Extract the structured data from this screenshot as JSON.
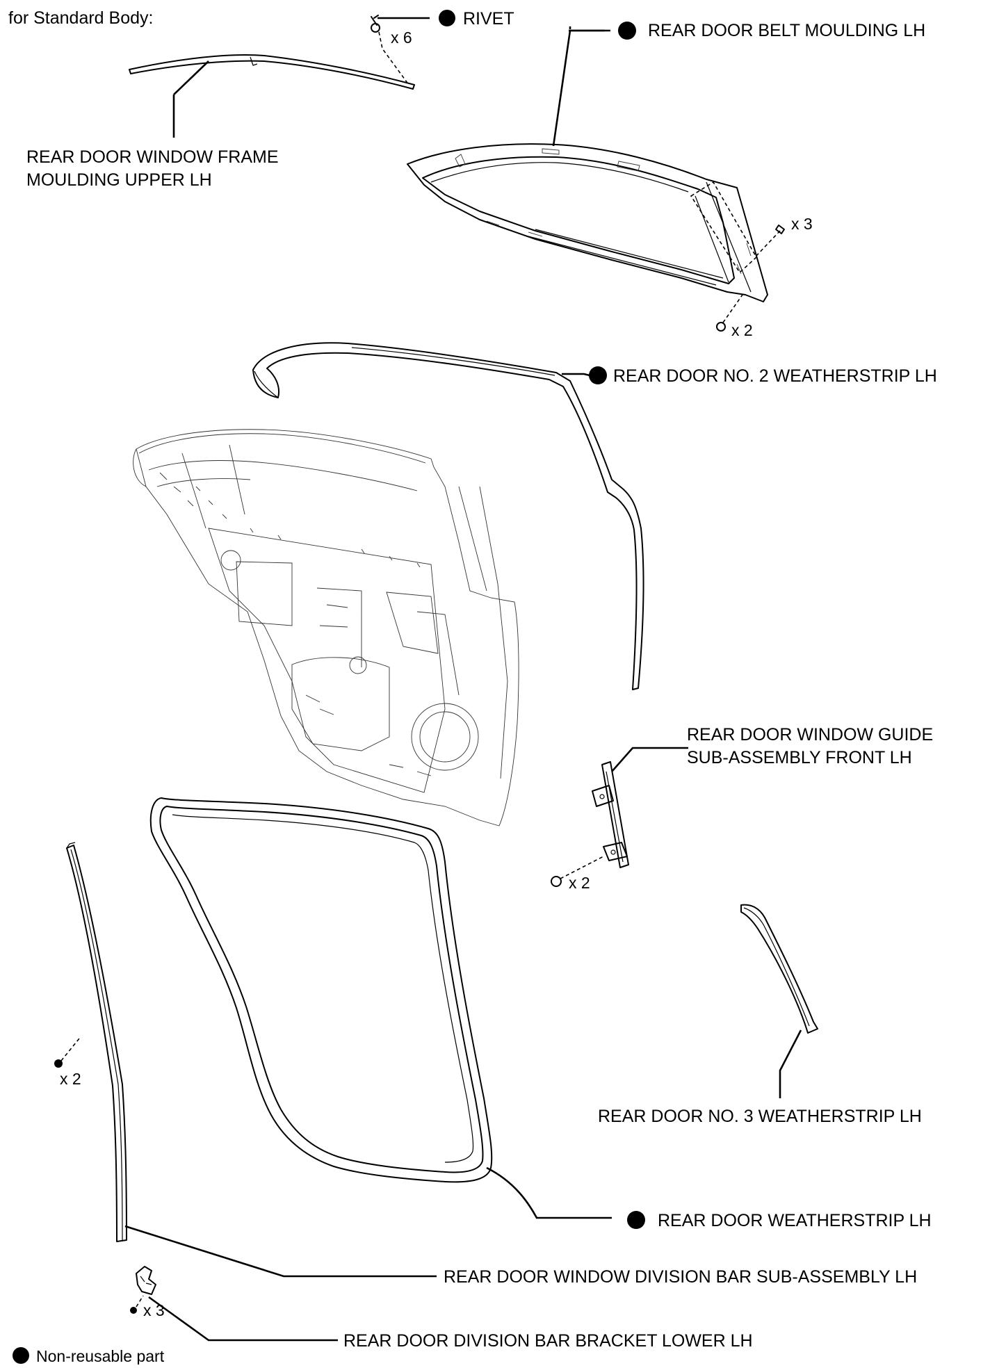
{
  "header": {
    "title": "for Standard Body:"
  },
  "labels": {
    "rivet": "RIVET",
    "belt_moulding": "REAR DOOR BELT MOULDING LH",
    "frame_moulding_line1": "REAR DOOR WINDOW FRAME",
    "frame_moulding_line2": "MOULDING UPPER LH",
    "no2_weatherstrip": "REAR DOOR NO. 2 WEATHERSTRIP LH",
    "window_guide_line1": "REAR DOOR WINDOW GUIDE",
    "window_guide_line2": "SUB-ASSEMBLY FRONT LH",
    "no3_weatherstrip": "REAR DOOR NO. 3 WEATHERSTRIP LH",
    "door_weatherstrip": "REAR DOOR WEATHERSTRIP LH",
    "division_bar": "REAR DOOR WINDOW DIVISION BAR SUB-ASSEMBLY LH",
    "division_bracket": "REAR DOOR DIVISION BAR BRACKET LOWER LH"
  },
  "quantities": {
    "rivet_count": "x 6",
    "belt_upper_count": "x 3",
    "belt_lower_count": "x 2",
    "guide_count": "x 2",
    "division_bar_count": "x 2",
    "bracket_count": "x 3"
  },
  "legend": {
    "non_reusable": "Non-reusable part"
  },
  "icons": {
    "non_reusable_marker": "filled-circle-icon",
    "fastener": "rivet-icon"
  }
}
